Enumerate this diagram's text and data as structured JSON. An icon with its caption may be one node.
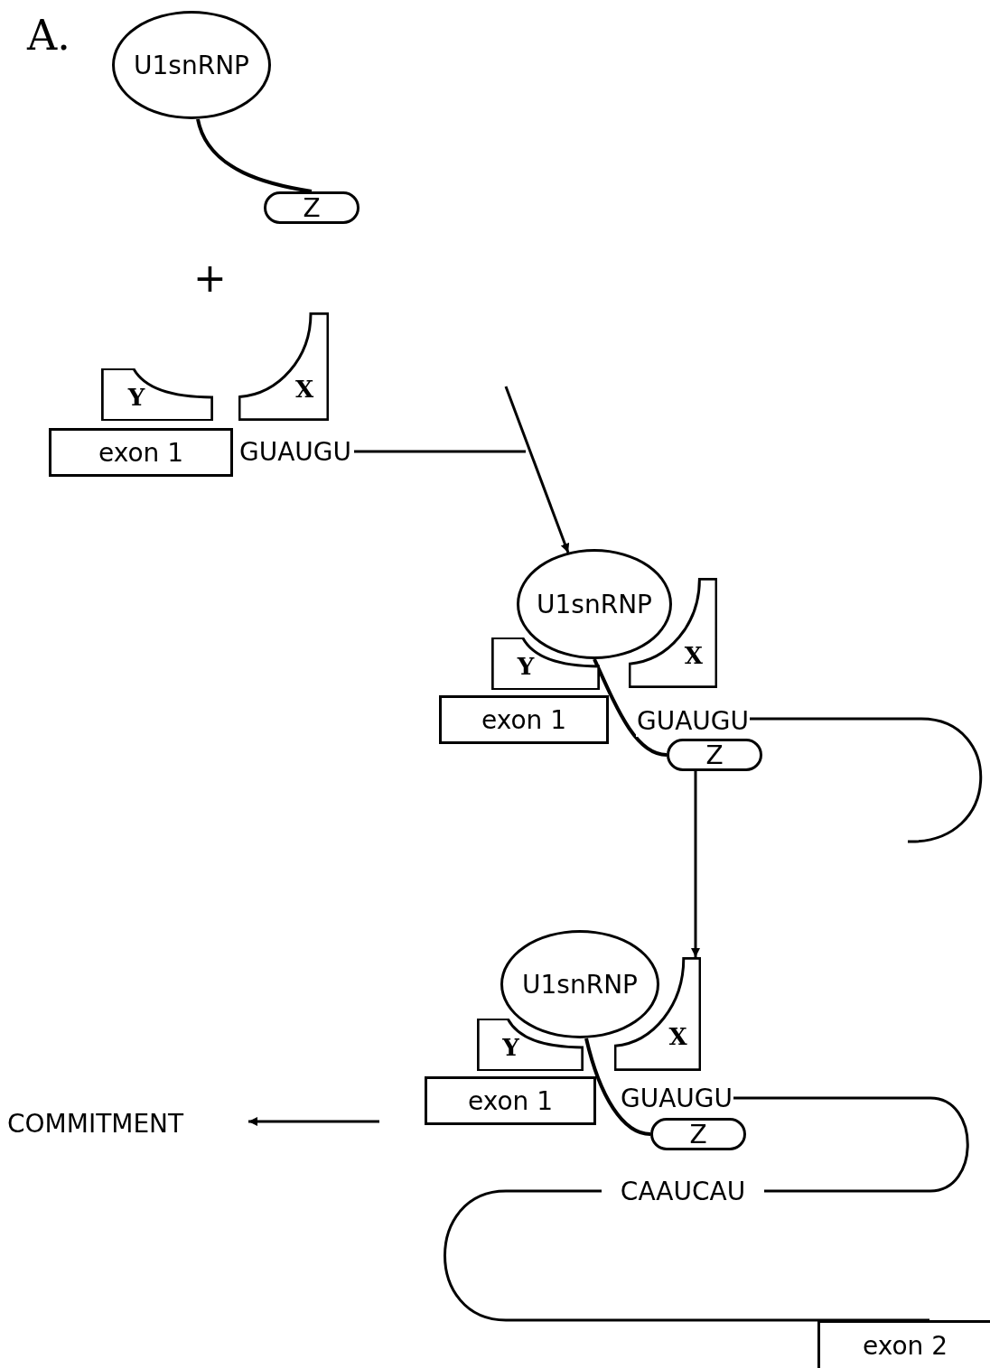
{
  "diagram": {
    "nodes": [
      {
        "text": [
          "U1snRNP"
        ]
      },
      {
        "text": [
          "Z"
        ]
      },
      {
        "text": [
          "Y"
        ]
      },
      {
        "text": [
          "X"
        ]
      },
      {
        "text": [
          "exon 1"
        ]
      },
      {
        "text": [
          "GUAUGU"
        ]
      },
      {
        "text": [
          "U1snRNP"
        ]
      },
      {
        "text": [
          "Y"
        ]
      },
      {
        "text": [
          "X"
        ]
      },
      {
        "text": [
          "exon 1"
        ]
      },
      {
        "text": [
          "GUAUGU"
        ]
      },
      {
        "text": [
          "Z"
        ]
      },
      {
        "text": [
          "U1snRNP"
        ]
      },
      {
        "text": [
          "Y"
        ]
      },
      {
        "text": [
          "X"
        ]
      },
      {
        "text": [
          "exon 1"
        ]
      },
      {
        "text": [
          "GUAUGU"
        ]
      },
      {
        "text": [
          "Z"
        ]
      },
      {
        "text": [
          "CAAUCAU"
        ]
      },
      {
        "text": [
          "exon 2"
        ]
      },
      {
        "text": [
          "COMMITMENT"
        ]
      }
    ],
    "edges": [
      {
        "from": 0,
        "to": 1,
        "arrow": "none"
      },
      {
        "from": 5,
        "to": null,
        "arrow": "none"
      },
      {
        "from": null,
        "to": 6,
        "arrow": "to"
      },
      {
        "from": 6,
        "to": 11,
        "arrow": "none"
      },
      {
        "from": 10,
        "to": null,
        "arrow": "none"
      },
      {
        "from": 11,
        "to": 14,
        "arrow": "to"
      },
      {
        "from": 12,
        "to": 17,
        "arrow": "none"
      },
      {
        "from": 16,
        "to": 18,
        "arrow": "none"
      },
      {
        "from": 18,
        "to": 19,
        "arrow": "none"
      },
      {
        "from": null,
        "to": 20,
        "arrow": "to"
      }
    ],
    "labels": [
      "A.",
      "+"
    ]
  }
}
